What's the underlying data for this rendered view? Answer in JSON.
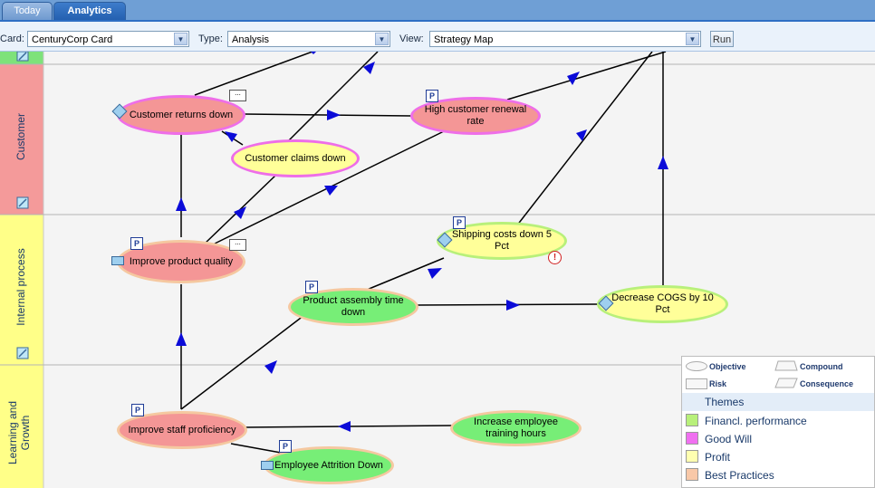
{
  "tabs": [
    {
      "label": "Today",
      "active": false
    },
    {
      "label": "Analytics",
      "active": true
    }
  ],
  "toolbar": {
    "card_label": "Card:",
    "card_value": "CenturyCorp Card",
    "type_label": "Type:",
    "type_value": "Analysis",
    "view_label": "View:",
    "view_value": "Strategy Map",
    "run_label": "Run"
  },
  "perspectives": [
    {
      "label": "Customer"
    },
    {
      "label": "Internal process"
    },
    {
      "label": "Learning and Growth"
    }
  ],
  "objectives": [
    {
      "id": "customer-returns-down",
      "label": "Customer returns down",
      "theme": "Best Practices",
      "badge": "",
      "comment": true
    },
    {
      "id": "customer-claims-down",
      "label": "Customer claims down",
      "theme": "Profit",
      "badge": "",
      "comment": false
    },
    {
      "id": "high-customer-renewal-rate",
      "label": "High customer renewal rate",
      "theme": "Best Practices",
      "badge": "P",
      "comment": false
    },
    {
      "id": "improve-product-quality",
      "label": "Improve product quality",
      "theme": "Best Practices",
      "badge": "P",
      "comment": true
    },
    {
      "id": "shipping-costs-down",
      "label": "Shipping costs down 5 Pct",
      "theme": "Profit",
      "badge": "P",
      "comment": false,
      "warning": "!"
    },
    {
      "id": "product-assembly-time-down",
      "label": "Product assembly time down",
      "theme": "Financl. performance",
      "badge": "P",
      "comment": false
    },
    {
      "id": "decrease-cogs",
      "label": "Decrease COGS by 10 Pct",
      "theme": "Profit",
      "badge": "",
      "comment": false
    },
    {
      "id": "improve-staff-proficiency",
      "label": "Improve staff proficiency",
      "theme": "Best Practices",
      "badge": "P",
      "comment": false
    },
    {
      "id": "increase-employee-training-hours",
      "label": "Increase employee training hours",
      "theme": "Financl. performance",
      "badge": "",
      "comment": false
    },
    {
      "id": "employee-attrition-down",
      "label": "Employee Attrition Down",
      "theme": "Financl. performance",
      "badge": "P",
      "comment": false
    }
  ],
  "legend": {
    "shapes": [
      {
        "label": "Objective",
        "icon": "ellipse-icon"
      },
      {
        "label": "Compound",
        "icon": "trapezoid-icon"
      },
      {
        "label": "Risk",
        "icon": "rectangle-icon"
      },
      {
        "label": "Consequence",
        "icon": "parallelogram-icon"
      }
    ],
    "themes_header": "Themes",
    "themes": [
      {
        "label": "Financl. performance",
        "color": "#b8f07a"
      },
      {
        "label": "Good Will",
        "color": "#f070f0"
      },
      {
        "label": "Profit",
        "color": "#ffffb0"
      },
      {
        "label": "Best Practices",
        "color": "#f8c8a8"
      }
    ]
  },
  "colors": {
    "tab_bar": "#6f9fd5",
    "perspective_customer": "#f49a9a",
    "perspective_internal": "#ffff88",
    "perspective_learning": "#ffff88",
    "arrow": "#0b0bd8",
    "node_green_fill": "#77ee77",
    "node_pink_fill": "#f49696",
    "node_yellow_fill": "#ffff99",
    "node_border_peach": "#f5c8a0",
    "node_border_magenta": "#ee6ee8",
    "node_border_lime": "#b8f07a"
  }
}
